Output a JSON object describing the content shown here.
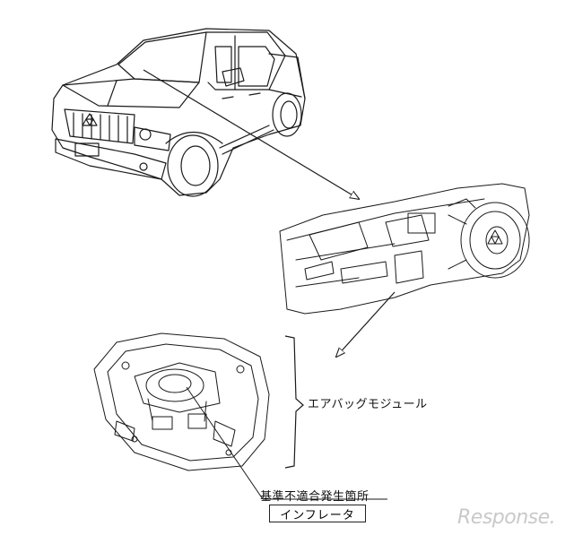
{
  "labels": {
    "airbag_module": "エアバッグモジュール",
    "defect_location": "基準不適合発生箇所",
    "inflator": "インフレータ"
  },
  "watermark": {
    "text": "Response."
  },
  "colors": {
    "line": "#1a1a1a",
    "watermark": "#c9c9c9"
  }
}
